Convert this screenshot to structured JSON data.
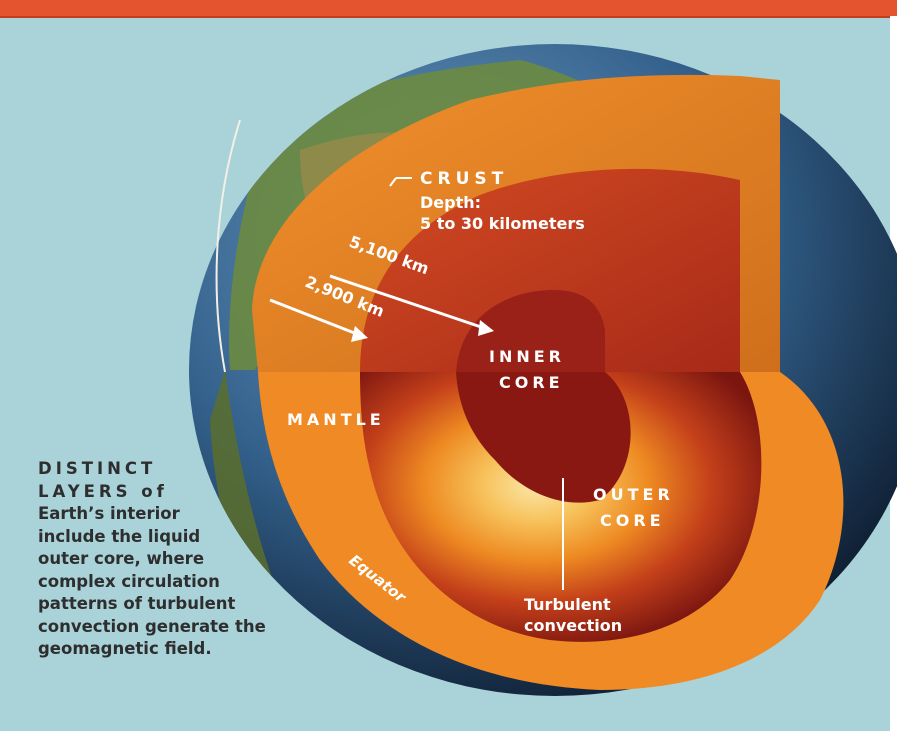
{
  "labels": {
    "crust_title": "CRUST",
    "crust_depth_label": "Depth:",
    "crust_depth_value": "5 to 30 kilometers",
    "dist_inner": "5,100 km",
    "dist_outer": "2,900 km",
    "inner_core_1": "INNER",
    "inner_core_2": "CORE",
    "mantle": "MANTLE",
    "outer_core_1": "OUTER",
    "outer_core_2": "CORE",
    "turbulent_1": "Turbulent",
    "turbulent_2": "convection",
    "equator": "Equator"
  },
  "caption": {
    "lines": [
      "DISTINCT",
      "LAYERS of",
      "Earth’s interior",
      "include the liquid",
      "outer core, where",
      "complex circulation",
      "patterns of turbulent",
      "convection generate the",
      "geomagnetic field."
    ]
  },
  "colors": {
    "background": "#a9d3d9",
    "top_bar": "#e4542f",
    "mantle": "#ef8a24",
    "outer_core": "#c9391d",
    "inner_core": "#8e1a14",
    "ocean": "#3f6f9a",
    "land": "#6a8a3a"
  }
}
